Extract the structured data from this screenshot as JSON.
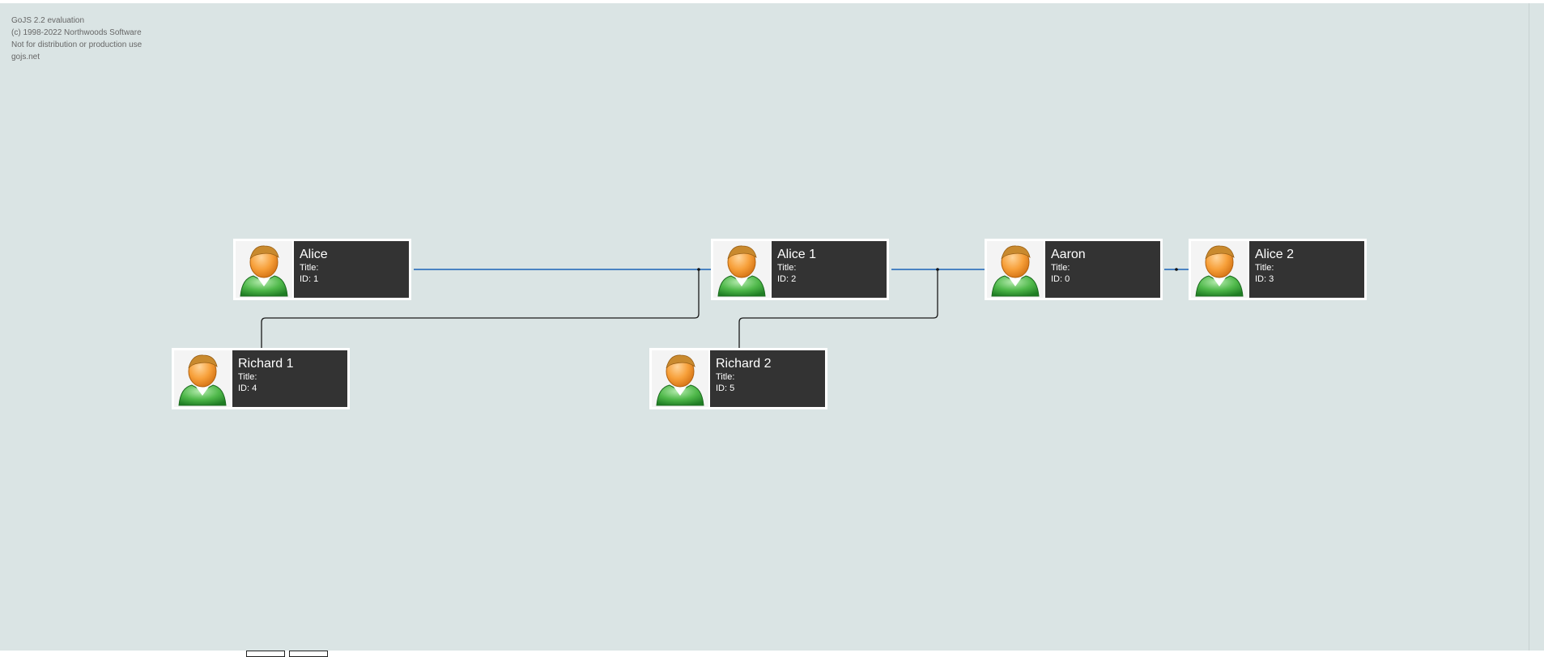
{
  "watermark": {
    "line1": "GoJS 2.2 evaluation",
    "line2": "(c) 1998-2022 Northwoods Software",
    "line3": "Not for distribution or production use",
    "line4": "gojs.net"
  },
  "colors": {
    "canvas_bg": "#dae4e4",
    "node_panel": "#333333",
    "marriage_link": "#4a83c2",
    "parent_link": "#1a1a1a"
  },
  "nodes": [
    {
      "name": "Alice",
      "title": "Title:",
      "id": "ID: 1",
      "icon": "person-icon"
    },
    {
      "name": "Alice 1",
      "title": "Title:",
      "id": "ID: 2",
      "icon": "person-icon"
    },
    {
      "name": "Aaron",
      "title": "Title:",
      "id": "ID: 0",
      "icon": "person-icon"
    },
    {
      "name": "Alice 2",
      "title": "Title:",
      "id": "ID: 3",
      "icon": "person-icon"
    },
    {
      "name": "Richard 1",
      "title": "Title:",
      "id": "ID: 4",
      "icon": "person-icon"
    },
    {
      "name": "Richard 2",
      "title": "Title:",
      "id": "ID: 5",
      "icon": "person-icon"
    }
  ]
}
